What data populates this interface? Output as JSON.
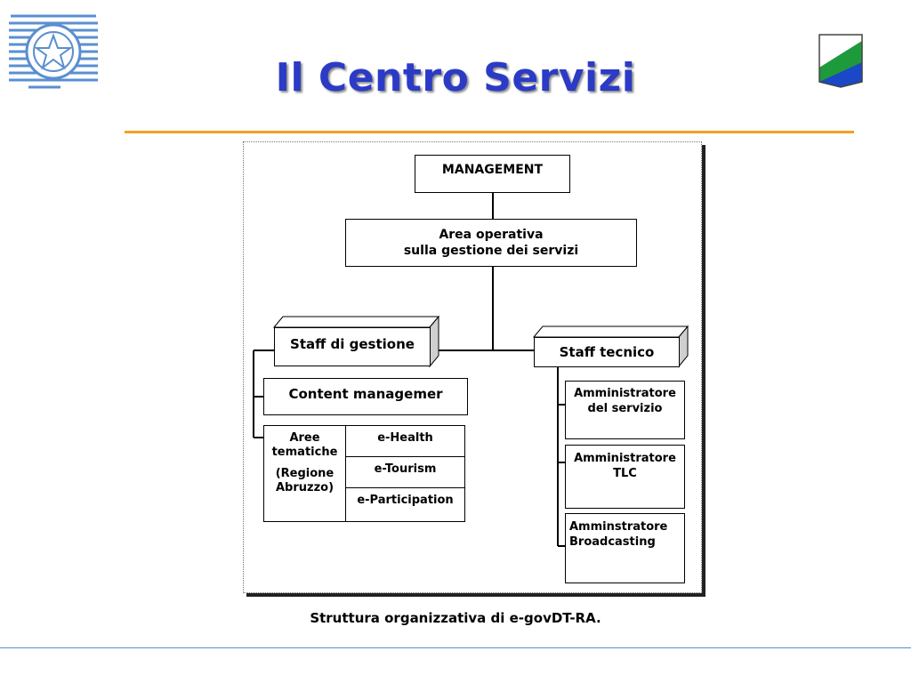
{
  "slide": {
    "title": "Il Centro Servizi",
    "caption": "Struttura organizzativa di e-govDT-RA."
  },
  "colors": {
    "title": "#2B3BC6",
    "accent_rule": "#F4A020",
    "bottom_rule": "#5B8BD6"
  },
  "org": {
    "management": "MANAGEMENT",
    "area_line1": "Area operativa",
    "area_line2": "sulla gestione dei servizi",
    "staff_gestione": "Staff di gestione",
    "staff_tecnico": "Staff tecnico",
    "content": "Content managemer",
    "aree_line1": "Aree",
    "aree_line2": "tematiche",
    "aree_line3": "(Regione",
    "aree_line4": "Abruzzo)",
    "themes": [
      "e-Health",
      "e-Tourism",
      "e-Participation"
    ],
    "admin_servizio_1": "Amministratore",
    "admin_servizio_2": "del servizio",
    "admin_tlc_1": "Amministratore",
    "admin_tlc_2": "TLC",
    "admin_broad_1": "Amminstratore",
    "admin_broad_2": "Broadcasting"
  }
}
